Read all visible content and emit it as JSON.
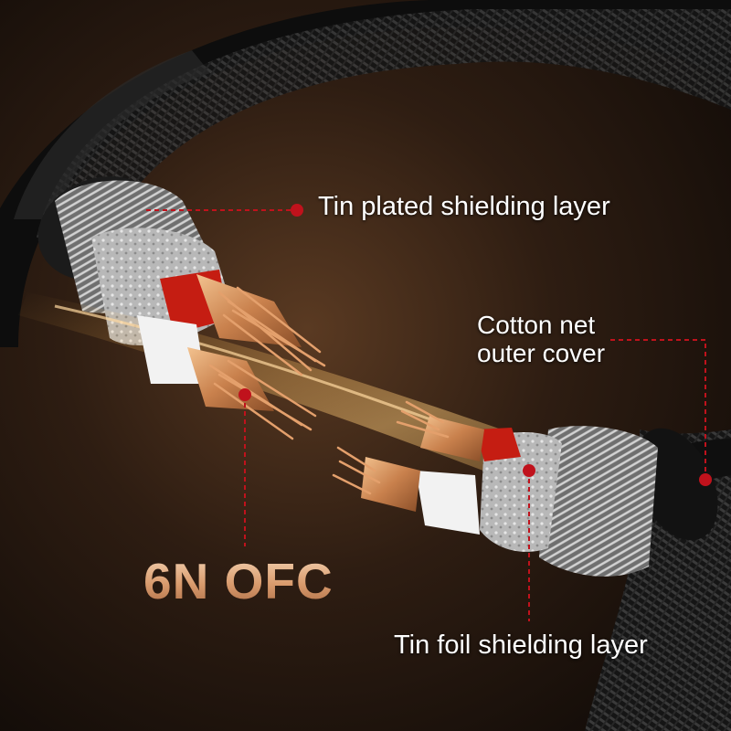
{
  "labels": {
    "tin_plated_shielding": "Tin plated shielding layer",
    "cotton_net_line1": "Cotton net",
    "cotton_net_line2": "outer cover",
    "tin_foil_shielding": "Tin foil shielding layer",
    "conductor": "6N OFC"
  },
  "colors": {
    "callout_red": "#c0121c",
    "copper": "#d08a55",
    "background": "#1a120c",
    "text": "#ffffff"
  }
}
